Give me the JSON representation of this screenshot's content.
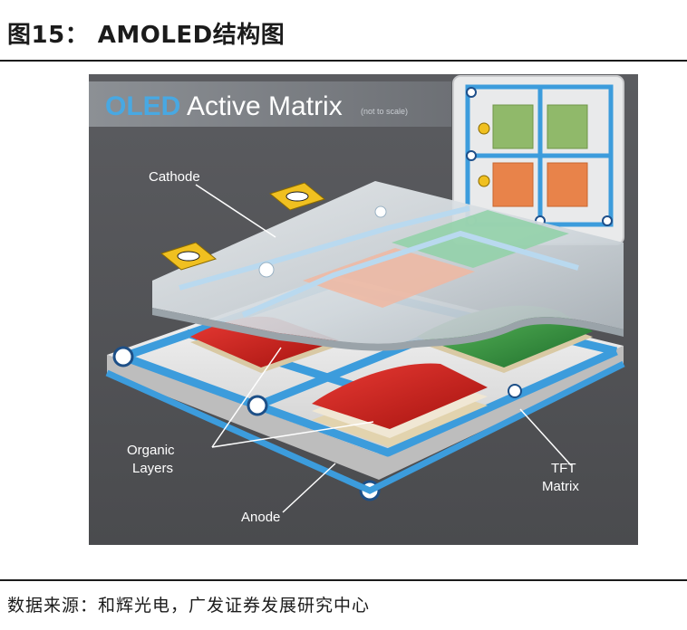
{
  "figure": {
    "title": "图15： AMOLED结构图",
    "banner_word1": "OLED",
    "banner_word2": " Active Matrix",
    "banner_sub": "(not to scale)",
    "labels": {
      "cathode": "Cathode",
      "organic_line1": "Organic",
      "organic_line2": "Layers",
      "tft_line1": "TFT",
      "tft_line2": "Matrix",
      "anode": "Anode"
    },
    "colors": {
      "background": "#56575a",
      "banner_accent": "#48a8e2",
      "grid_blue": "#3c9cdc",
      "red_layer": "#c81e1e",
      "green_layer": "#2d8a3c",
      "contact_yellow": "#f0c020"
    }
  },
  "source": "数据来源：和辉光电，广发证券发展研究中心"
}
